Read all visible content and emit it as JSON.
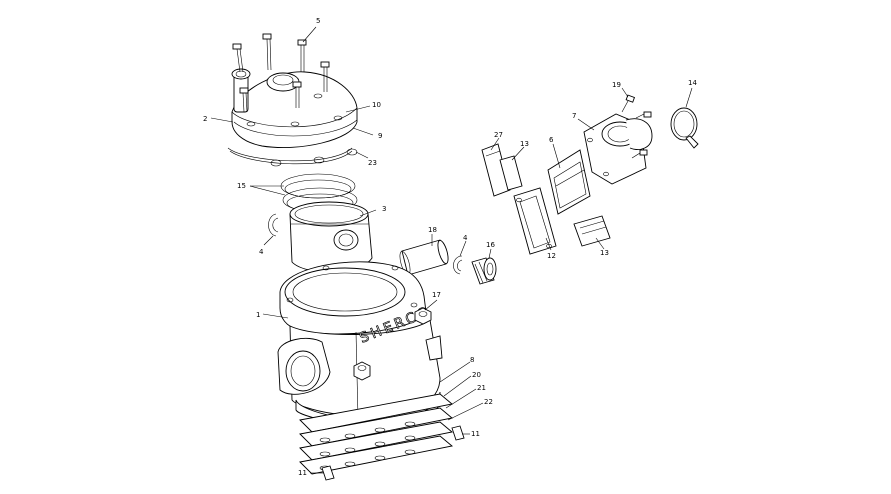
{
  "brand_text": "SHERCO",
  "callouts": [
    {
      "id": "c5",
      "text": "5"
    },
    {
      "id": "c2",
      "text": "2"
    },
    {
      "id": "c10",
      "text": "10"
    },
    {
      "id": "c9",
      "text": "9"
    },
    {
      "id": "c23",
      "text": "23"
    },
    {
      "id": "c15",
      "text": "15"
    },
    {
      "id": "c3",
      "text": "3"
    },
    {
      "id": "c4a",
      "text": "4"
    },
    {
      "id": "c18",
      "text": "18"
    },
    {
      "id": "c4b",
      "text": "4"
    },
    {
      "id": "c16",
      "text": "16"
    },
    {
      "id": "c17",
      "text": "17"
    },
    {
      "id": "c1",
      "text": "1"
    },
    {
      "id": "c8",
      "text": "8"
    },
    {
      "id": "c20",
      "text": "20"
    },
    {
      "id": "c21",
      "text": "21"
    },
    {
      "id": "c22",
      "text": "22"
    },
    {
      "id": "c11a",
      "text": "11"
    },
    {
      "id": "c11b",
      "text": "11"
    },
    {
      "id": "c27",
      "text": "27"
    },
    {
      "id": "c13a",
      "text": "13"
    },
    {
      "id": "c6",
      "text": "6"
    },
    {
      "id": "c7",
      "text": "7"
    },
    {
      "id": "c19",
      "text": "19"
    },
    {
      "id": "c14",
      "text": "14"
    },
    {
      "id": "c12",
      "text": "12"
    },
    {
      "id": "c13b",
      "text": "13"
    }
  ]
}
